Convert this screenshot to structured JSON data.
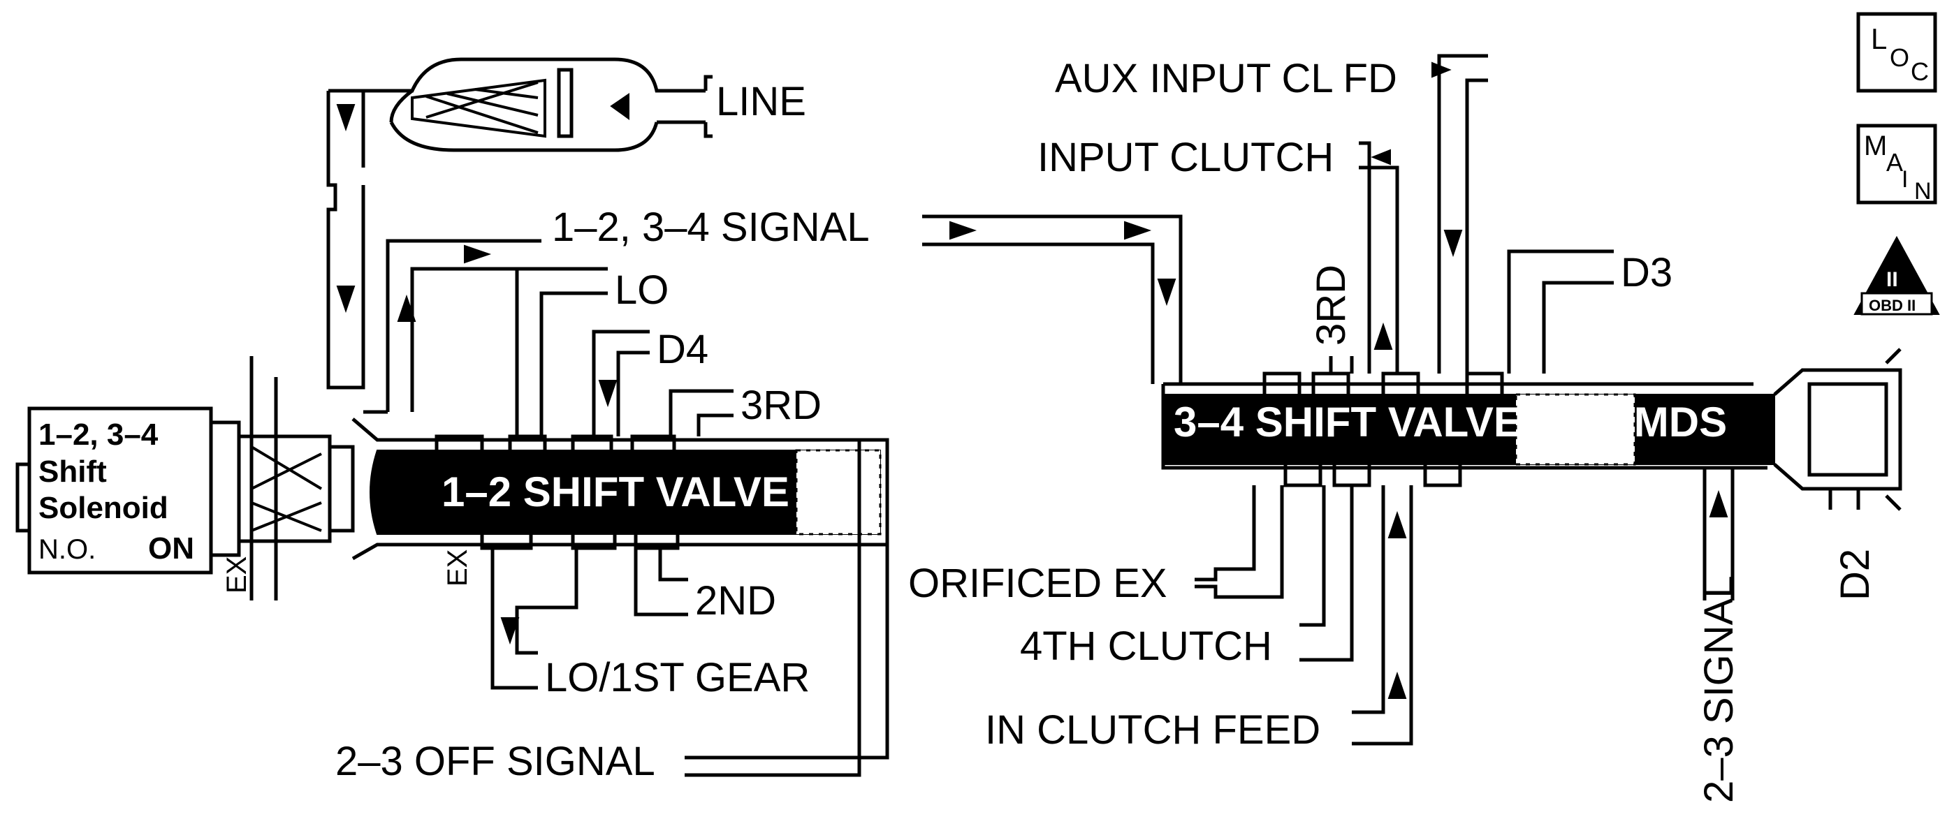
{
  "labels": {
    "line": "LINE",
    "signal_12_34": "1–2, 3–4 SIGNAL",
    "lo": "LO",
    "d4": "D4",
    "third_left": "3RD",
    "second": "2ND",
    "lo_1st_gear": "LO/1ST GEAR",
    "off_signal_23": "2–3 OFF SIGNAL",
    "ex_left": "EX",
    "ex_mid": "EX",
    "aux_input_cl_fd": "AUX INPUT CL FD",
    "input_clutch": "INPUT CLUTCH",
    "third_right": "3RD",
    "d3": "D3",
    "orificed_ex": "ORIFICED EX",
    "fourth_clutch": "4TH CLUTCH",
    "in_clutch_feed": "IN CLUTCH FEED",
    "signal_23": "2–3 SIGNAL",
    "d2": "D2"
  },
  "valves": {
    "shift_12": "1–2 SHIFT VALVE",
    "shift_34": "3–4 SHIFT VALVE",
    "mds_43": "4–3 MDS"
  },
  "solenoid": {
    "line1": "1–2, 3–4",
    "line2": "Shift",
    "line3": "Solenoid",
    "type": "N.O.",
    "state": "ON"
  },
  "badges": {
    "loc": {
      "l": "L",
      "o": "O",
      "c": "C"
    },
    "main": {
      "m": "M",
      "a": "A",
      "i": "I",
      "n": "N"
    },
    "obd": {
      "numeral": "II",
      "text": "OBD II"
    }
  }
}
